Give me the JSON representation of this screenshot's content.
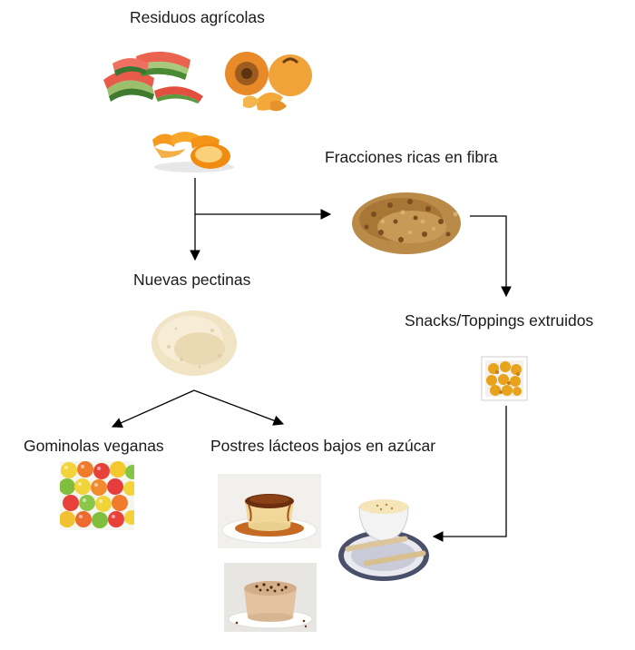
{
  "nodes": {
    "agricultural_waste": "Residuos agrícolas",
    "fiber_fractions": "Fracciones ricas en fibra",
    "new_pectins": "Nuevas pectinas",
    "extruded_snacks": "Snacks/Toppings extruidos",
    "vegan_gummies": "Gominolas veganas",
    "low_sugar_desserts": "Postres lácteos bajos en azúcar"
  },
  "images": {
    "watermelon_rind": "watermelon-rind-photo",
    "persimmon": "persimmon-photo",
    "orange_peel": "orange-peel-photo",
    "fiber_granules": "dried-fiber-granules-photo",
    "pectin_powder": "pectin-powder-photo",
    "extruded_snack_bowl": "extruded-snack-bowl-photo",
    "gummies": "gummy-candies-photo",
    "flan": "flan-caramel-photo",
    "panna_cotta": "chocolate-topped-pudding-photo",
    "custard_cup": "custard-cup-with-wafers-photo"
  },
  "colors": {
    "arrow": "#000000",
    "text": "#1a1a1a",
    "background": "#ffffff"
  }
}
